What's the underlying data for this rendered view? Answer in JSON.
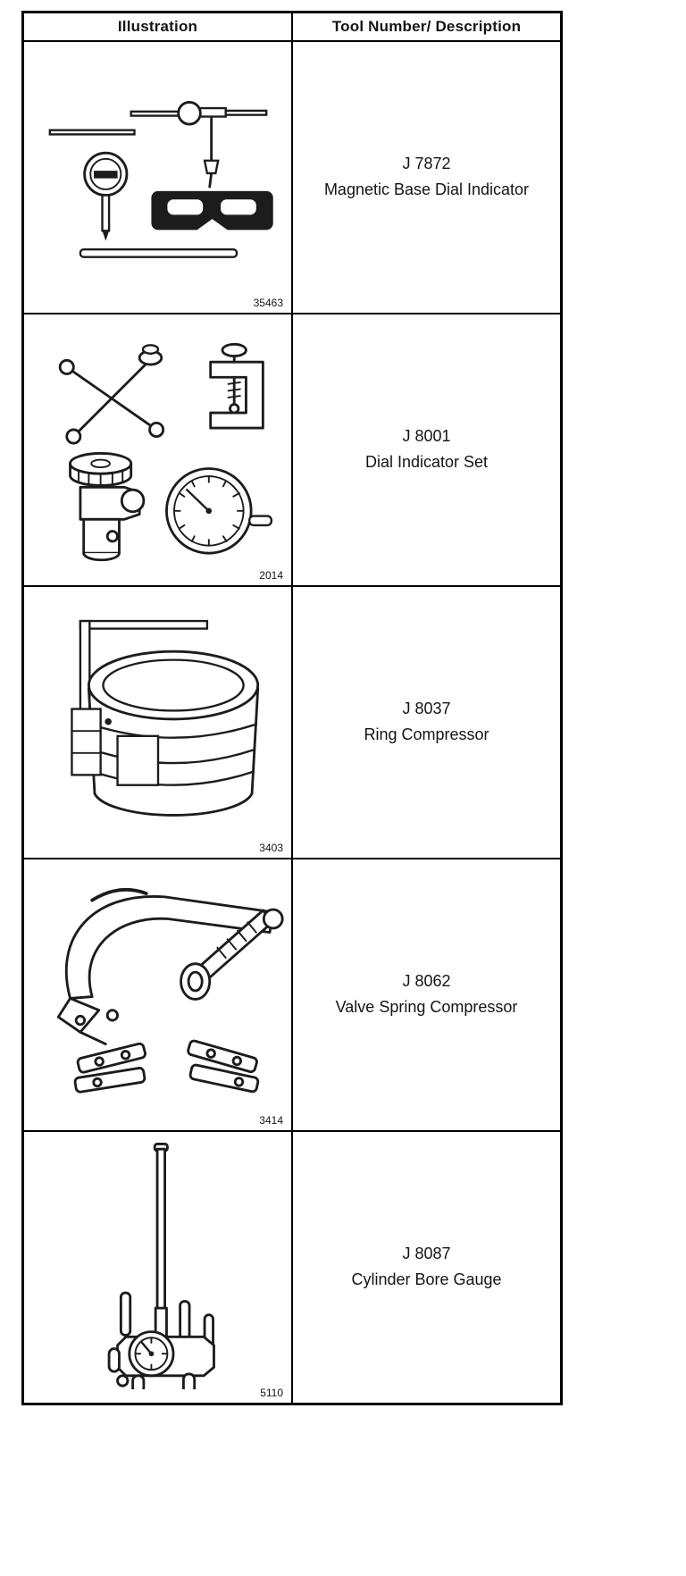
{
  "page": {
    "background": "#ffffff",
    "line_color": "#000000",
    "ink_color": "#1c1c1c"
  },
  "table": {
    "headers": {
      "illustration": "Illustration",
      "description": "Tool Number/ Description"
    },
    "rows": [
      {
        "tool_number": "J 7872",
        "description": "Magnetic Base Dial Indicator",
        "figure_number": "35463",
        "illustration": "magnetic-base-dial-indicator"
      },
      {
        "tool_number": "J 8001",
        "description": "Dial Indicator Set",
        "figure_number": "2014",
        "illustration": "dial-indicator-set"
      },
      {
        "tool_number": "J 8037",
        "description": "Ring Compressor",
        "figure_number": "3403",
        "illustration": "ring-compressor"
      },
      {
        "tool_number": "J 8062",
        "description": "Valve Spring Compressor",
        "figure_number": "3414",
        "illustration": "valve-spring-compressor"
      },
      {
        "tool_number": "J 8087",
        "description": "Cylinder Bore Gauge",
        "figure_number": "5110",
        "illustration": "cylinder-bore-gauge"
      }
    ]
  }
}
